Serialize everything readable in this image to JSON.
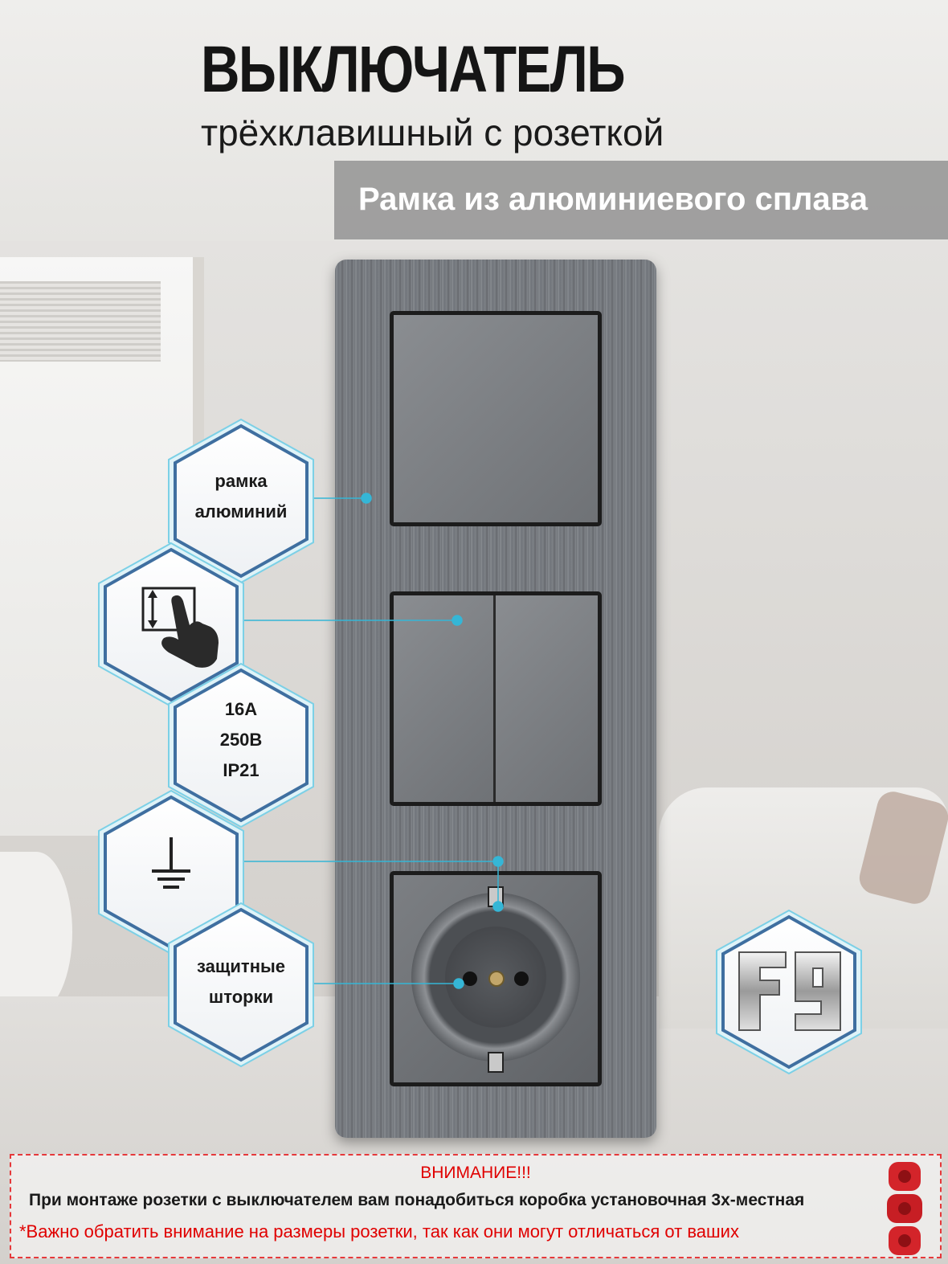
{
  "header": {
    "title": "ВЫКЛЮЧАТЕЛЬ",
    "subtitle": "трёхклавишный с розеткой",
    "banner": "Рамка из алюминиевого сплава"
  },
  "features": {
    "frame_line1": "рамка",
    "frame_line2": "алюминий",
    "rating_line1": "16A",
    "rating_line2": "250В",
    "rating_line3": "IP21",
    "shutters_line1": "защитные",
    "shutters_line2": "шторки"
  },
  "icons": [
    "touch-switch-icon",
    "ground-icon",
    "f9-logo"
  ],
  "notice": {
    "title": "ВНИМАНИЕ!!!",
    "line1": "При монтаже розетки с выключателем вам понадобиться коробка установочная 3х-местная",
    "line2": "*Важно обратить внимание на размеры розетки, так как они могут отличаться от ваших"
  },
  "colors": {
    "accent": "#35b6d6",
    "hex_border": "#3f6fa0",
    "warning": "#e00000",
    "banner": "#8c8c8c"
  }
}
